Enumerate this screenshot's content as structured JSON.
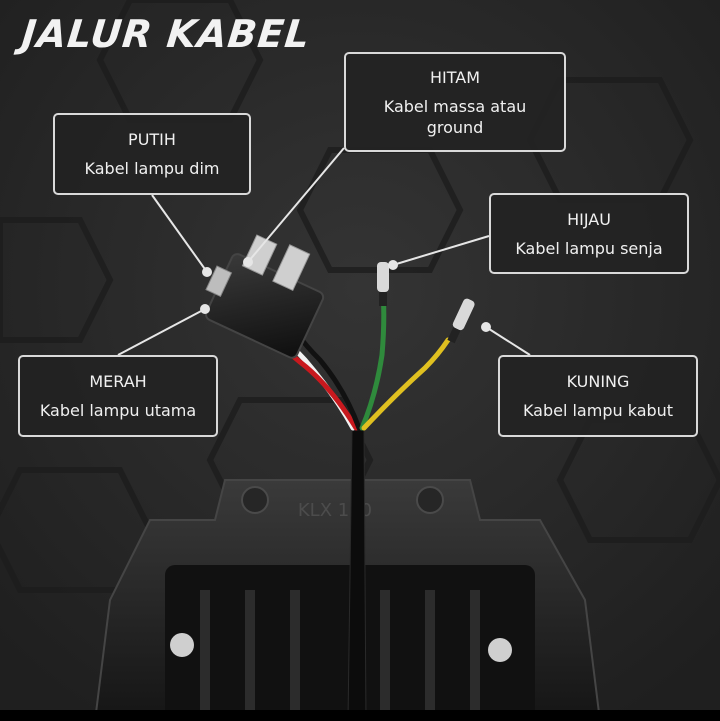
{
  "title": "JALUR KABEL",
  "housing_marking": "KLX 150",
  "callouts": {
    "putih": {
      "name": "PUTIH",
      "desc": "Kabel lampu dim"
    },
    "hitam": {
      "name": "HITAM",
      "desc": "Kabel massa atau\nground"
    },
    "hijau": {
      "name": "HIJAU",
      "desc": "Kabel lampu senja"
    },
    "merah": {
      "name": "MERAH",
      "desc": "Kabel lampu utama"
    },
    "kuning": {
      "name": "KUNING",
      "desc": "Kabel lampu kabut"
    }
  },
  "colors": {
    "background": "#2b2b2b",
    "callout_border": "#d9d9d9",
    "wire_white": "#f2f2f2",
    "wire_red": "#c8191e",
    "wire_black": "#111111",
    "wire_green": "#2f8a3c",
    "wire_yellow": "#e0c020"
  }
}
